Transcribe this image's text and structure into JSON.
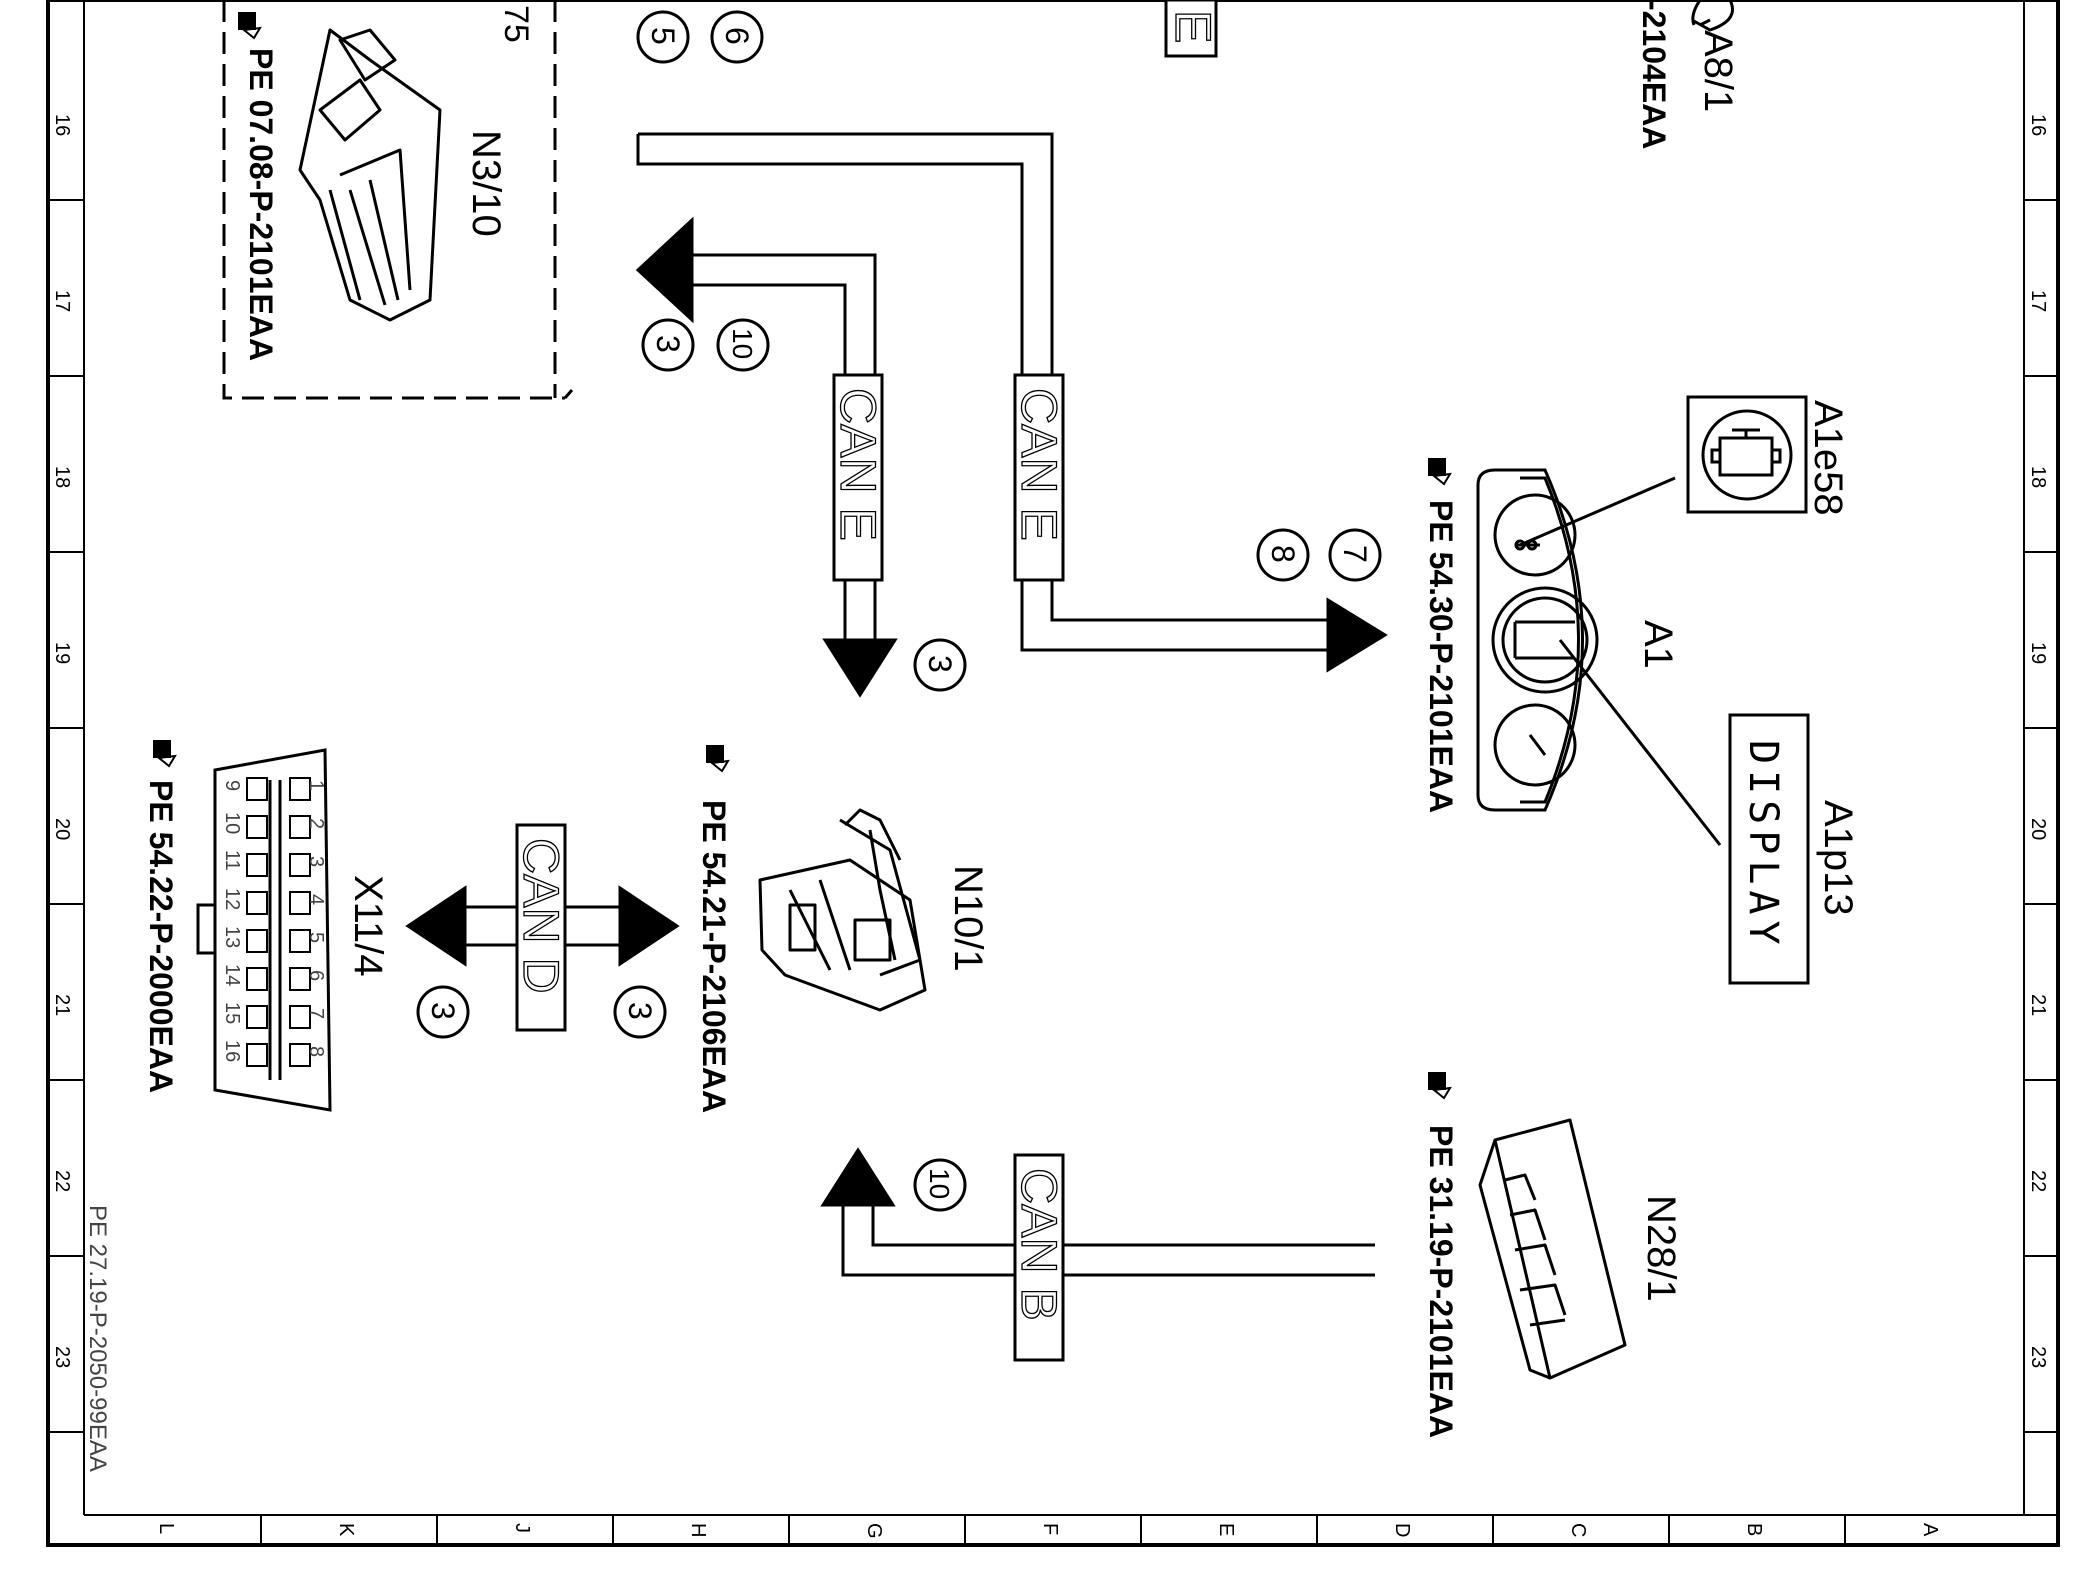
{
  "frame": {
    "row_numbers": [
      "16",
      "17",
      "18",
      "19",
      "20",
      "21",
      "22",
      "23"
    ],
    "column_letters": [
      "L",
      "K",
      "J",
      "H",
      "G",
      "F",
      "E",
      "D",
      "C",
      "B",
      "A"
    ]
  },
  "drawing_id": "PE 27.19-P-2050-99EAA",
  "components": {
    "n3_10": {
      "code": "N3/10",
      "ref": "PE 07.08-P-2101EAA",
      "fragment": "75"
    },
    "a8_1": {
      "code": "A8/1",
      "ref_fragment": "-2104EAA"
    },
    "a1": {
      "code": "A1",
      "ref": "PE 54.30-P-2101EAA"
    },
    "a1e58": {
      "code": "A1e58"
    },
    "a1p13": {
      "code": "A1p13",
      "display_text": "DISPLAY"
    },
    "n10_1": {
      "code": "N10/1",
      "ref": "PE 54.21-P-2106EAA"
    },
    "x11_4": {
      "code": "X11/4",
      "ref": "PE 54.22-P-2000EAA",
      "pins_top": [
        "1",
        "2",
        "3",
        "4",
        "5",
        "6",
        "7",
        "8"
      ],
      "pins_bottom": [
        "9",
        "10",
        "11",
        "12",
        "13",
        "14",
        "15",
        "16"
      ]
    },
    "n28_1": {
      "code": "N28/1",
      "ref": "PE 31.19-P-2101EAA"
    }
  },
  "bus_labels": {
    "can_e_1": "CAN E",
    "can_e_2": "CAN E",
    "can_e_top": "E",
    "can_d": "CAN D",
    "can_b": "CAN B"
  },
  "callouts": {
    "top_5": "5",
    "top_6": "6",
    "mid_3": "3",
    "mid_10": "10",
    "right_7": "7",
    "right_8": "8",
    "down_3": "3",
    "d_left_3": "3",
    "d_right_3": "3",
    "b_10": "10"
  },
  "colors": {
    "line": "#000000",
    "background": "#ffffff",
    "bus_text_fill": "#ffffff"
  }
}
